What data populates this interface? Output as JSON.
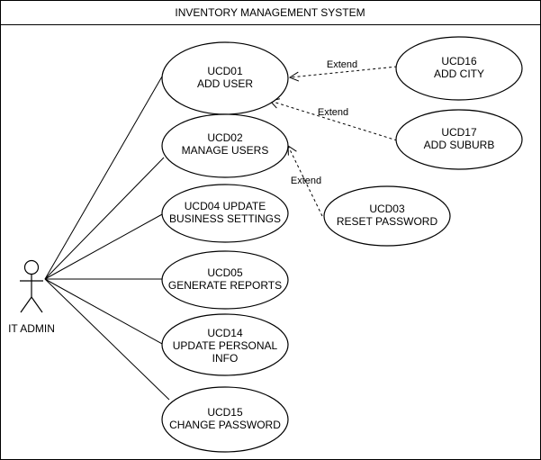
{
  "system": {
    "title": "INVENTORY MANAGEMENT SYSTEM"
  },
  "actor": {
    "name": "IT ADMIN"
  },
  "use_cases": {
    "ucd01": {
      "lines": [
        "UCD01",
        "ADD USER"
      ]
    },
    "ucd02": {
      "lines": [
        "UCD02",
        "MANAGE USERS"
      ]
    },
    "ucd04": {
      "lines": [
        "UCD04 UPDATE",
        "BUSINESS SETTINGS"
      ]
    },
    "ucd05": {
      "lines": [
        "UCD05",
        "GENERATE REPORTS"
      ]
    },
    "ucd14": {
      "lines": [
        "UCD14",
        "UPDATE PERSONAL",
        "INFO"
      ]
    },
    "ucd15": {
      "lines": [
        "UCD15",
        "CHANGE PASSWORD"
      ]
    },
    "ucd16": {
      "lines": [
        "UCD16",
        "ADD CITY"
      ]
    },
    "ucd17": {
      "lines": [
        "UCD17",
        "ADD SUBURB"
      ]
    },
    "ucd03": {
      "lines": [
        "UCD03",
        "RESET PASSWORD"
      ]
    }
  },
  "relationships": {
    "extend_label": "Extend",
    "associations": [
      "ucd01",
      "ucd02",
      "ucd04",
      "ucd05",
      "ucd14",
      "ucd15"
    ],
    "extends": [
      {
        "from": "ucd16",
        "to": "ucd01"
      },
      {
        "from": "ucd17",
        "to": "ucd01"
      },
      {
        "from": "ucd03",
        "to": "ucd02"
      }
    ]
  }
}
